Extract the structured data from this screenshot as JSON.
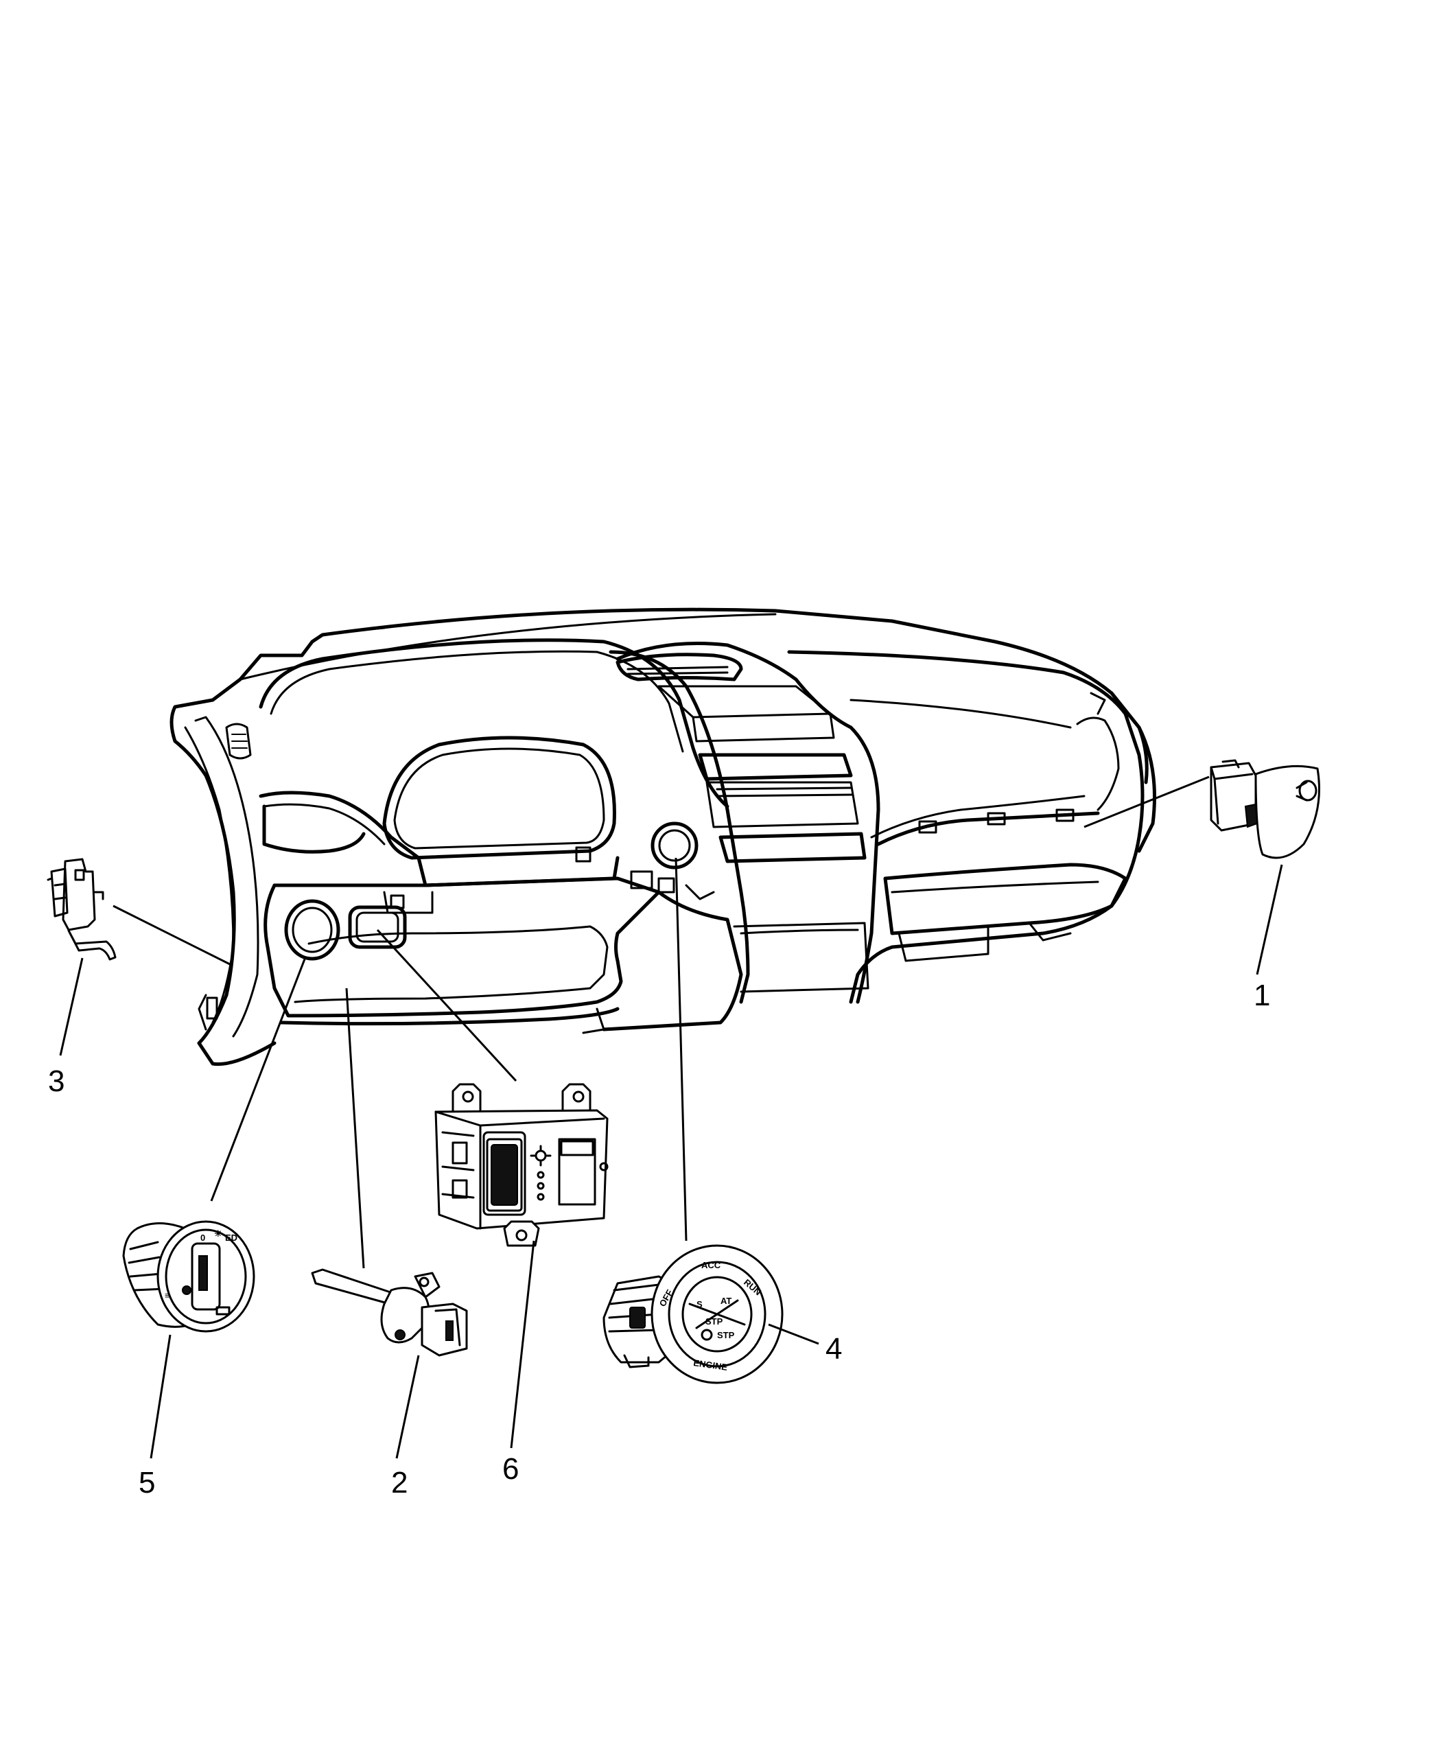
{
  "callouts": [
    {
      "id": "1",
      "label": "1",
      "part": "push-button-switch"
    },
    {
      "id": "2",
      "label": "2",
      "part": "lever-sensor"
    },
    {
      "id": "3",
      "label": "3",
      "part": "bracket-switch"
    },
    {
      "id": "4",
      "label": "4",
      "part": "ignition-switch"
    },
    {
      "id": "5",
      "label": "5",
      "part": "headlamp-switch"
    },
    {
      "id": "6",
      "label": "6",
      "part": "dimmer-switch"
    }
  ],
  "ignition_switch_text": {
    "acc": "ACC",
    "run": "RUN",
    "off": "OFF",
    "engine": "ENGINE"
  },
  "colors": {
    "line": "#000000",
    "background": "#ffffff"
  }
}
